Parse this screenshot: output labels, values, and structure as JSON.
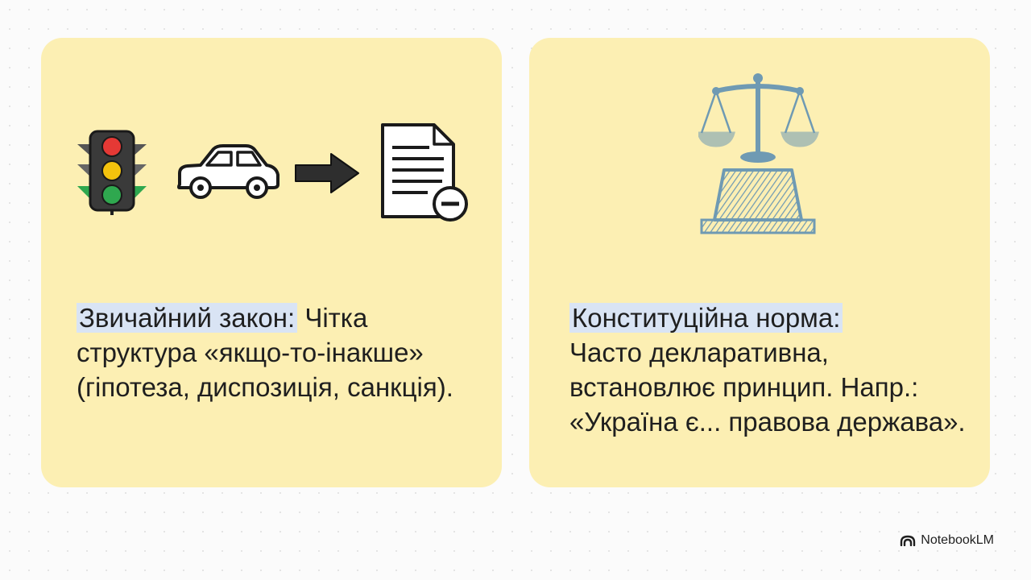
{
  "left_card": {
    "term": "Звичайний закон:",
    "description": "Чітка структура «якщо-то-інакше» (гіпотеза, диспозиція, санкція).",
    "icons": [
      "traffic-light-icon",
      "car-icon",
      "arrow-right-icon",
      "document-minus-icon"
    ]
  },
  "right_card": {
    "term": "Конституційна норма:",
    "description": "Часто декларативна, встановлює принцип. Напр.: «Україна є... правова держава».",
    "icons": [
      "scales-of-justice-icon"
    ]
  },
  "footer": {
    "brand": "NotebookLM",
    "icon": "notebooklm-logo-icon"
  },
  "colors": {
    "card_bg": "#fcefb3",
    "highlight": "#d9e4f4",
    "scales": "#6f9ab3",
    "traffic_red": "#e53935",
    "traffic_yellow": "#f4c20d",
    "traffic_green": "#2fa84f"
  }
}
